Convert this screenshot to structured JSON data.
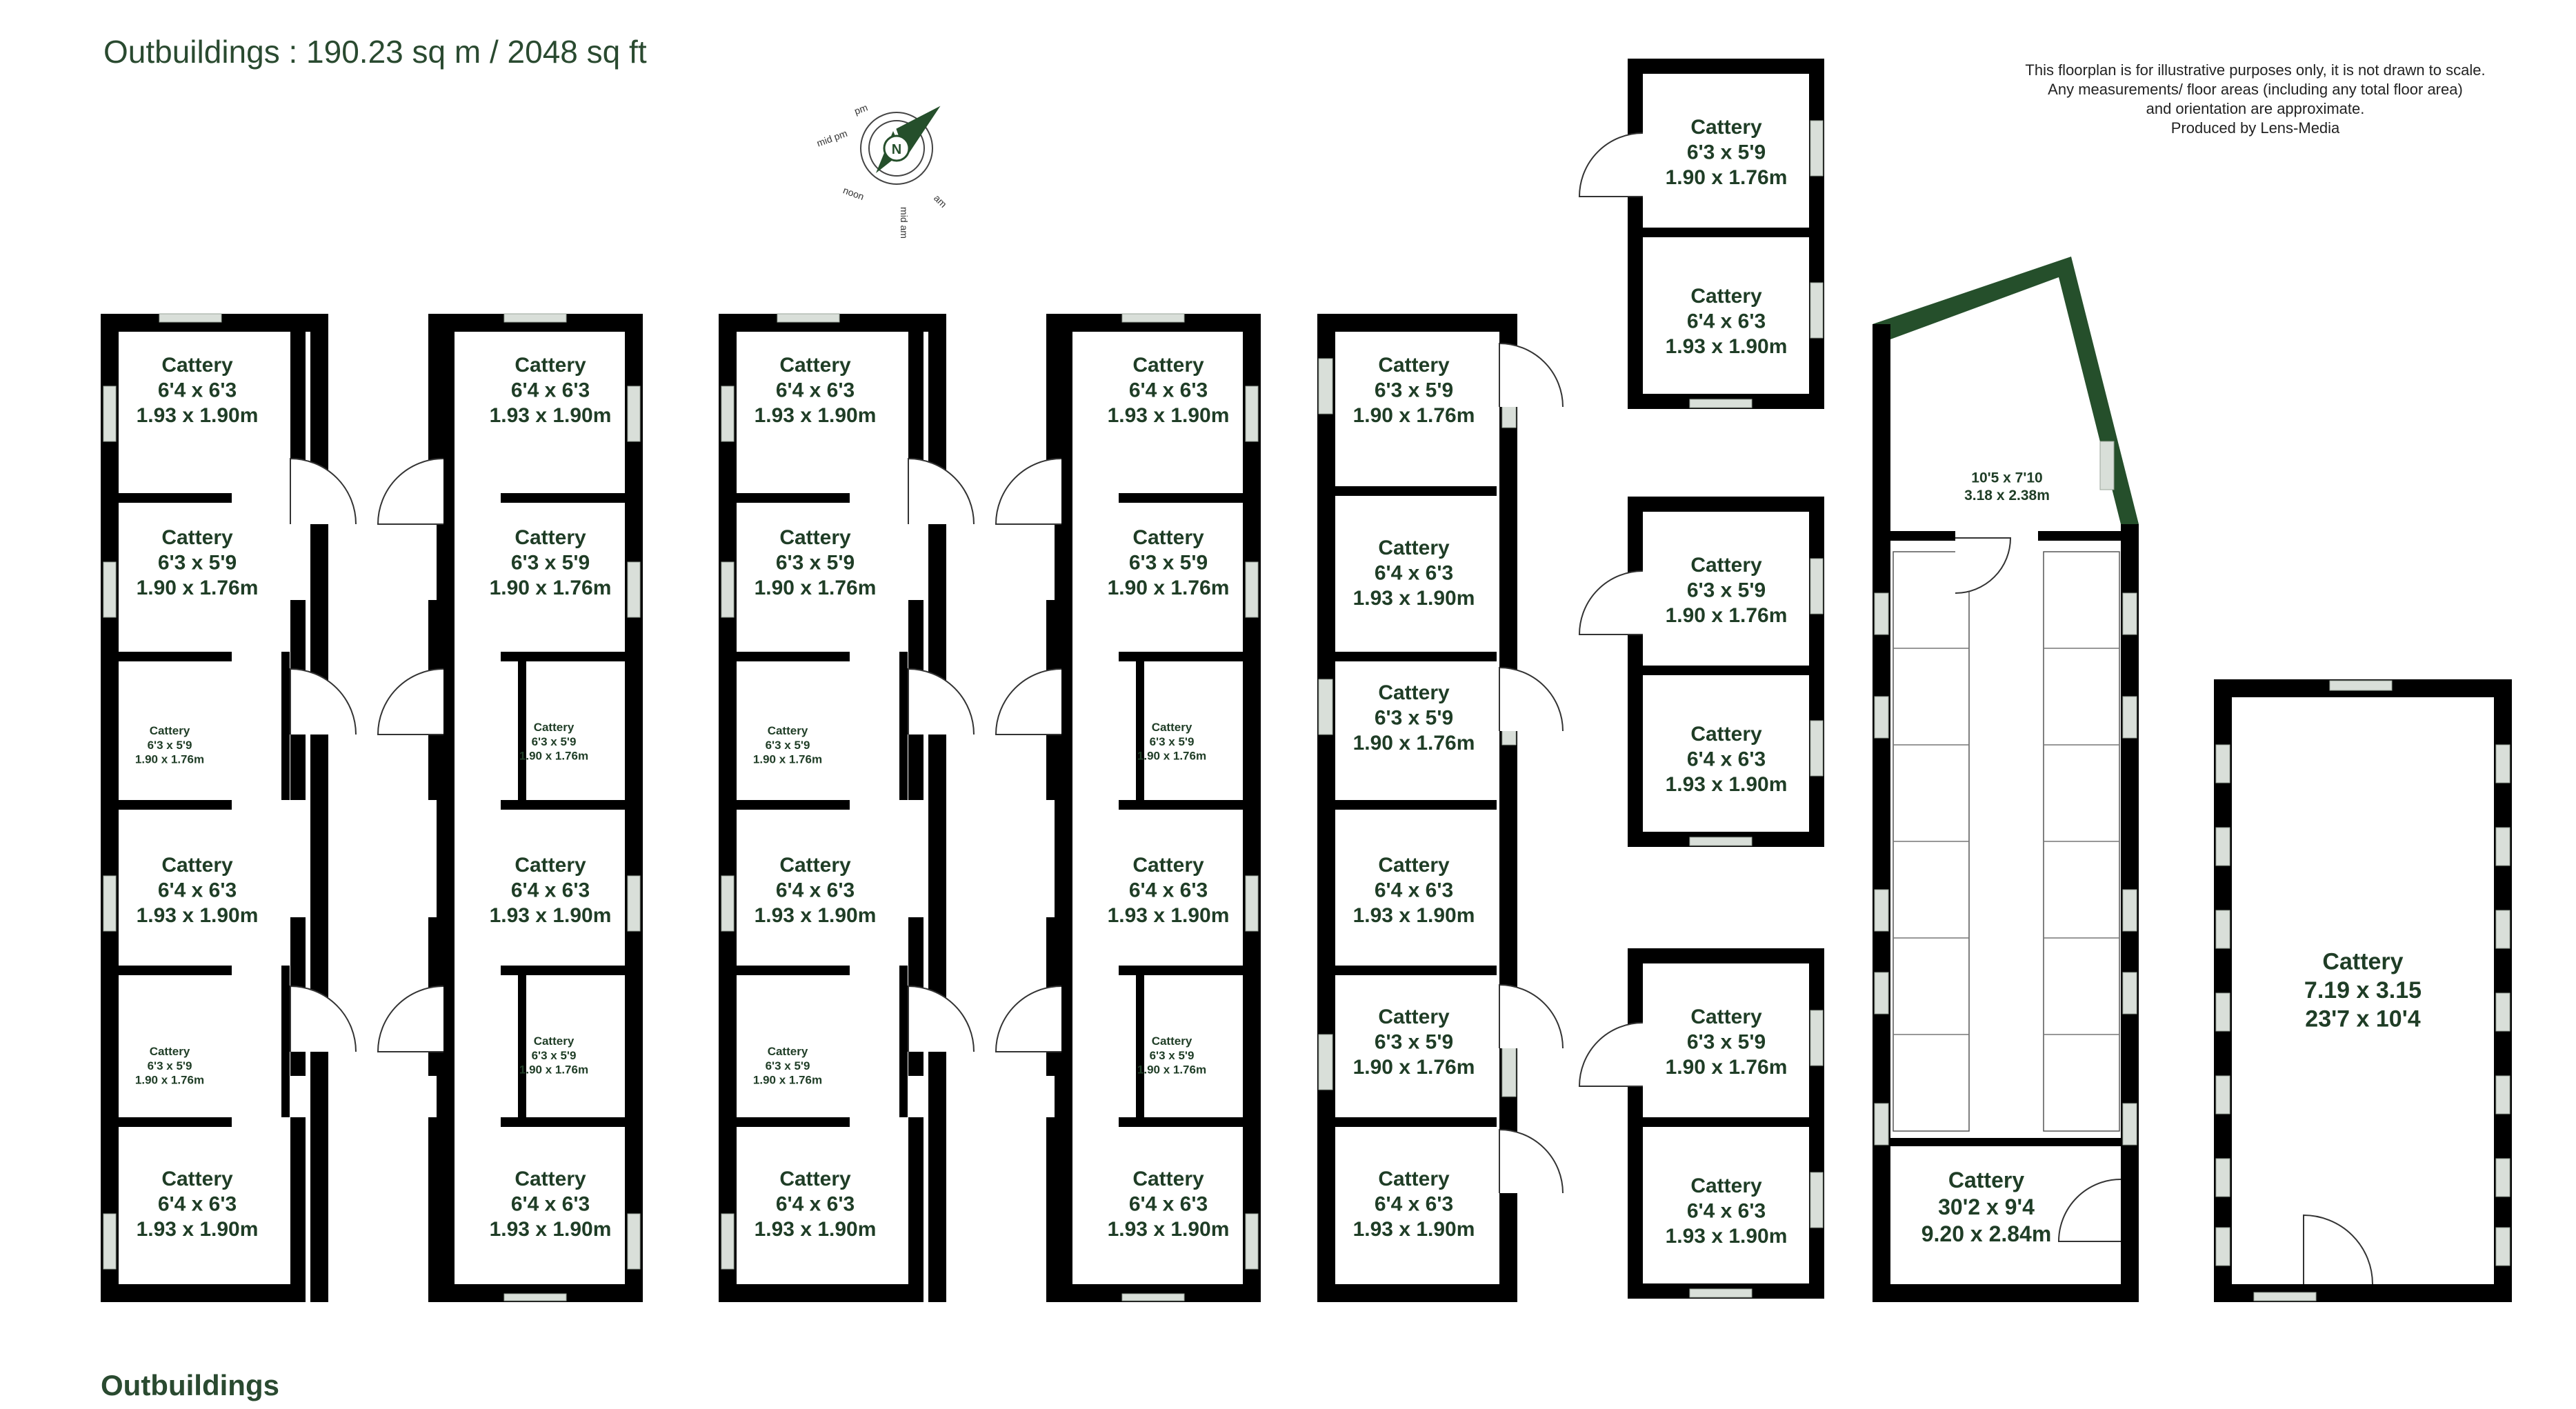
{
  "header": {
    "title": "Outbuildings : 190.23 sq m / 2048 sq ft"
  },
  "footer": {
    "label": "Outbuildings"
  },
  "disclaimer": [
    "This floorplan is for illustrative purposes only, it is not drawn to scale.",
    "Any measurements/ floor areas (including any total floor area)",
    "and orientation are approximate.",
    "Produced by Lens-Media"
  ],
  "compass": {
    "north": "N",
    "labels": [
      "pm",
      "mid pm",
      "noon",
      "mid am",
      "am"
    ]
  },
  "colors": {
    "wall": "#254f2b",
    "window": "#d9dfd9",
    "text": "#1f3d26"
  },
  "block_a_rooms": [
    [
      "Cattery",
      "6'4 x 6'3",
      "1.93 x 1.90m"
    ],
    [
      "Cattery",
      "6'3 x 5'9",
      "1.90 x 1.76m"
    ],
    [
      "Cattery",
      "6'3 x 5'9",
      "1.90 x 1.76m"
    ],
    [
      "Cattery",
      "6'4 x 6'3",
      "1.93 x 1.90m"
    ],
    [
      "Cattery",
      "6'3 x 5'9",
      "1.90 x 1.76m"
    ],
    [
      "Cattery",
      "6'4 x 6'3",
      "1.93 x 1.90m"
    ]
  ],
  "block_b_rooms": [
    [
      "Cattery",
      "6'4 x 6'3",
      "1.93 x 1.90m"
    ],
    [
      "Cattery",
      "6'3 x 5'9",
      "1.90 x 1.76m"
    ],
    [
      "Cattery",
      "6'3 x 5'9",
      "1.90 x 1.76m"
    ],
    [
      "Cattery",
      "6'4 x 6'3",
      "1.93 x 1.90m"
    ],
    [
      "Cattery",
      "6'3 x 5'9",
      "1.90 x 1.76m"
    ],
    [
      "Cattery",
      "6'4 x 6'3",
      "1.93 x 1.90m"
    ]
  ],
  "block_c_rooms": [
    [
      "Cattery",
      "6'3 x 5'9",
      "1.90 x 1.76m"
    ],
    [
      "Cattery",
      "6'4 x 6'3",
      "1.93 x 1.90m"
    ],
    [
      "Cattery",
      "6'3 x 5'9",
      "1.90 x 1.76m"
    ],
    [
      "Cattery",
      "6'4 x 6'3",
      "1.93 x 1.90m"
    ],
    [
      "Cattery",
      "6'3 x 5'9",
      "1.90 x 1.76m"
    ],
    [
      "Cattery",
      "6'4 x 6'3",
      "1.93 x 1.90m"
    ]
  ],
  "small_block_rooms": [
    [
      "Cattery",
      "6'3 x 5'9",
      "1.90 x 1.76m"
    ],
    [
      "Cattery",
      "6'4 x 6'3",
      "1.93 x 1.90m"
    ]
  ],
  "long_run": {
    "upper": "10'5 x 7'10",
    "upper_m": "3.18 x 2.38m",
    "name": "Cattery",
    "size_ft": "30'2 x 9'4",
    "size_m": "9.20 x 2.84m"
  },
  "big_room": {
    "name": "Cattery",
    "size_m": "7.19 x 3.15",
    "size_ft": "23'7 x 10'4"
  }
}
